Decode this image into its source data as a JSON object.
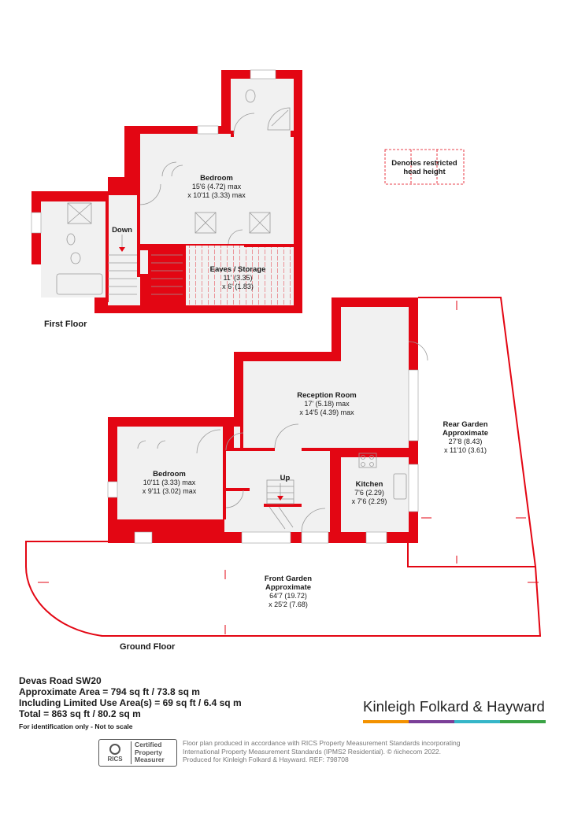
{
  "floors": {
    "first": "First Floor",
    "ground": "Ground Floor"
  },
  "rooms": {
    "bedroom_first": {
      "name": "Bedroom",
      "dim1": "15'6 (4.72) max",
      "dim2": "x 10'11 (3.33) max"
    },
    "eaves": {
      "name": "Eaves / Storage",
      "dim1": "11' (3.35)",
      "dim2": "x 6' (1.83)"
    },
    "reception": {
      "name": "Reception Room",
      "dim1": "17' (5.18) max",
      "dim2": "x 14'5 (4.39) max"
    },
    "bedroom_ground": {
      "name": "Bedroom",
      "dim1": "10'11 (3.33) max",
      "dim2": "x 9'11 (3.02) max"
    },
    "kitchen": {
      "name": "Kitchen",
      "dim1": "7'6 (2.29)",
      "dim2": "x 7'6 (2.29)"
    },
    "rear_garden": {
      "name": "Rear Garden",
      "sub": "Approximate",
      "dim1": "27'8 (8.43)",
      "dim2": "x 11'10 (3.61)"
    },
    "front_garden": {
      "name": "Front Garden",
      "sub": "Approximate",
      "dim1": "64'7 (19.72)",
      "dim2": "x 25'2 (7.68)"
    }
  },
  "stairs": {
    "down": "Down",
    "up": "Up"
  },
  "legend": {
    "line1": "Denotes restricted",
    "line2": "head height"
  },
  "info": {
    "address": "Devas Road  SW20",
    "approx_area": "Approximate Area = 794 sq ft / 73.8 sq m",
    "limited_use": "Including Limited Use Area(s) = 69 sq ft / 6.4 sq m",
    "total": "Total = 863 sq ft / 80.2 sq m",
    "note": "For identification only - Not to scale"
  },
  "brand": {
    "name": "Kinleigh Folkard & Hayward",
    "colors": [
      "#f39200",
      "#7b3f98",
      "#36b6c8",
      "#3aa345"
    ]
  },
  "rics": {
    "logo": "RICS",
    "line1": "Certified",
    "line2": "Property",
    "line3": "Measurer"
  },
  "disclaimer": {
    "line1": "Floor plan produced in accordance with RICS Property Measurement Standards incorporating",
    "line2": "International Property Measurement Standards (IPMS2 Residential).  © ńichecom 2022.",
    "line3": "Produced for Kinleigh Folkard & Hayward.   REF: 798708"
  },
  "colors": {
    "wall": "#e30613",
    "floor": "#f1f1f1",
    "fixture": "#9a9a9a"
  }
}
